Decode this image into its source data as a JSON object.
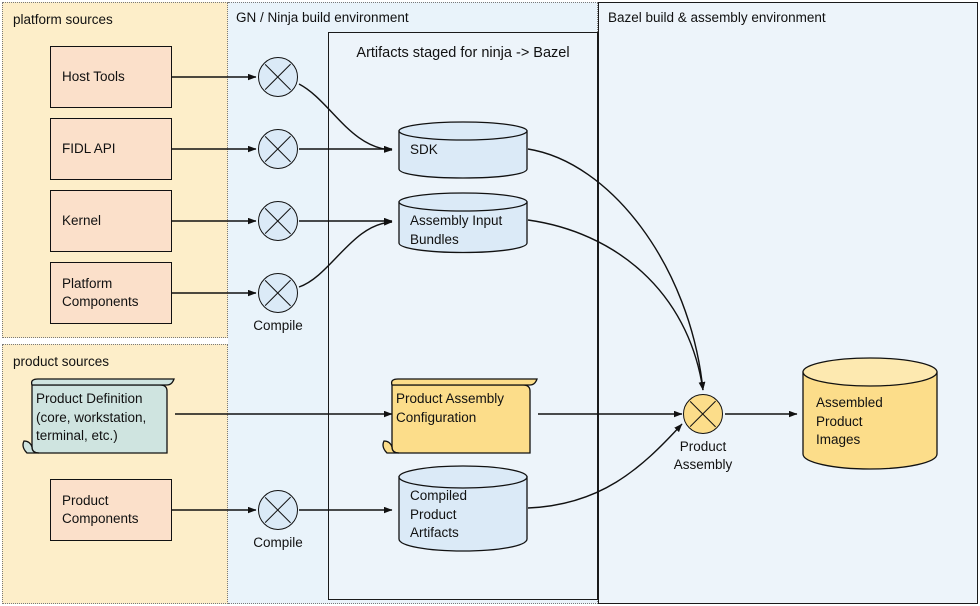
{
  "lanes": {
    "platform_sources": "platform sources",
    "product_sources": "product sources",
    "gn_ninja": "GN / Ninja build environment",
    "bazel": "Bazel build & assembly environment"
  },
  "artifacts_group": {
    "title": "Artifacts staged for\nninja -> Bazel"
  },
  "platform_sources": [
    {
      "label": "Host Tools"
    },
    {
      "label": "FIDL API"
    },
    {
      "label": "Kernel"
    },
    {
      "label": "Platform\nComponents"
    }
  ],
  "product_sources": {
    "product_definition": "Product Definition\n(core, workstation,\nterminal, etc.)",
    "product_components": "Product\nComponents"
  },
  "compile_nodes": {
    "platform_label": "Compile",
    "product_label": "Compile"
  },
  "staged_artifacts": {
    "sdk": "SDK",
    "assembly_input_bundles": "Assembly Input\nBundles",
    "product_assembly_configuration": "Product Assembly\nConfiguration",
    "compiled_product_artifacts": "Compiled\nProduct\nArtifacts"
  },
  "assembly": {
    "node_label": "Product\nAssembly",
    "output": "Assembled\nProduct\nImages"
  },
  "colors": {
    "source_fill": "#fbe0ca",
    "platform_lane_fill": "#fdeec9",
    "ninja_lane_fill": "#e9f3fa",
    "bazel_lane_fill": "#edf4fa",
    "cylinder_fill": "#dbeaf7",
    "gold_fill": "#fcdd8a",
    "note_fill": "#cfe4e0",
    "stroke": "#111111"
  }
}
